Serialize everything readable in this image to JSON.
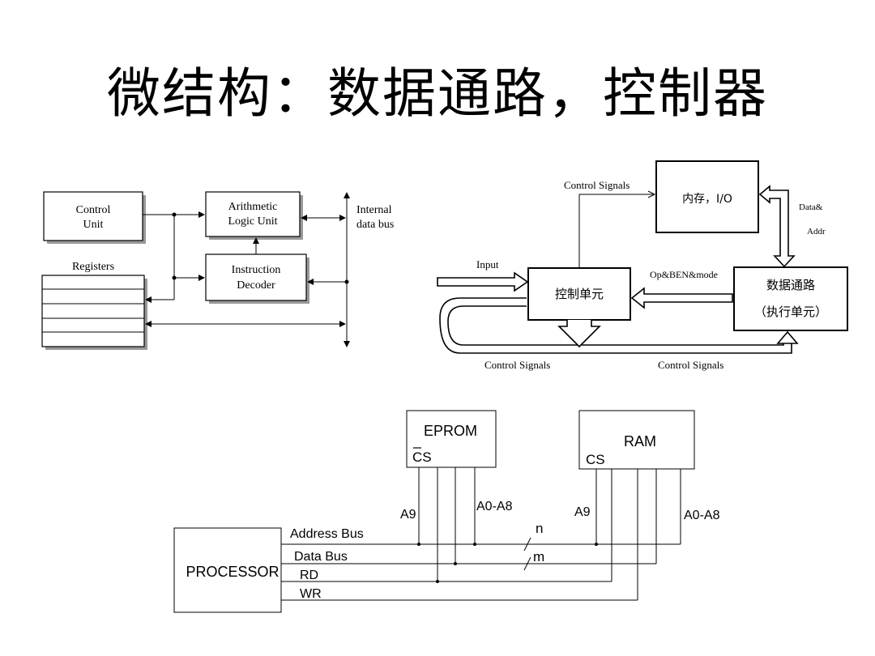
{
  "title": "微结构：数据通路，控制器",
  "diagram1": {
    "control_unit": [
      "Control",
      "Unit"
    ],
    "alu": [
      "Arithmetic",
      "Logic Unit"
    ],
    "decoder": [
      "Instruction",
      "Decoder"
    ],
    "registers": "Registers",
    "bus_label": [
      "Internal",
      "data bus"
    ]
  },
  "diagram2": {
    "memory_io": "内存，I/O",
    "controller": "控制单元",
    "datapath": [
      "数据通路",
      "（执行单元）"
    ],
    "control_signals_top": "Control Signals",
    "data_addr": [
      "Data&",
      "Addr"
    ],
    "input": "Input",
    "op_ben_mode": "Op&BEN&mode",
    "control_signals_left": "Control Signals",
    "control_signals_right": "Control Signals"
  },
  "diagram3": {
    "eprom": "EPROM",
    "eprom_cs": "CS",
    "ram": "RAM",
    "ram_cs": "CS",
    "processor": "PROCESSOR",
    "address_bus": "Address Bus",
    "data_bus": "Data Bus",
    "rd": "RD",
    "wr": "WR",
    "a9_left": "A9",
    "a0a8_left": "A0-A8",
    "a9_right": "A9",
    "a0a8_right": "A0-A8",
    "n_label": "n",
    "m_label": "m"
  }
}
